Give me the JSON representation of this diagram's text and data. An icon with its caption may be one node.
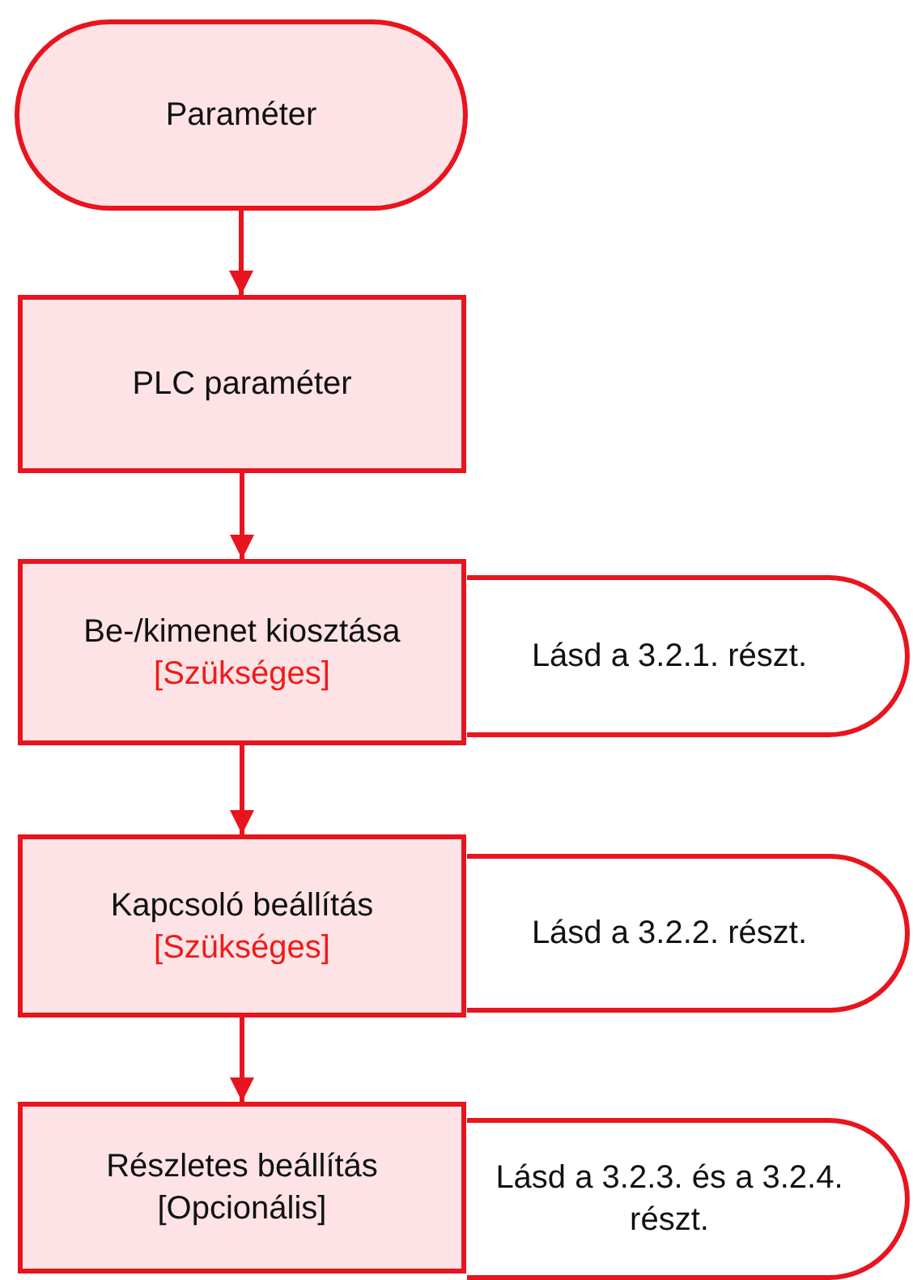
{
  "diagram": {
    "nodes": [
      {
        "text": [
          "Paraméter"
        ]
      },
      {
        "text": [
          "PLC paraméter"
        ]
      },
      {
        "text": [
          "Be-/kimenet kiosztása",
          "[Szükséges]"
        ]
      },
      {
        "text": [
          "Lásd a 3.2.1. részt."
        ]
      },
      {
        "text": [
          "Kapcsoló beállítás",
          "[Szükséges]"
        ]
      },
      {
        "text": [
          "Lásd a 3.2.2. részt."
        ]
      },
      {
        "text": [
          "Részletes beállítás",
          "[Opcionális]"
        ]
      },
      {
        "text": [
          "Lásd a 3.2.3. és a 3.2.4. részt."
        ]
      }
    ],
    "edges": [
      {
        "from": 0,
        "to": 1,
        "arrow": "to"
      },
      {
        "from": 1,
        "to": 2,
        "arrow": "to"
      },
      {
        "from": 2,
        "to": 4,
        "arrow": "to"
      },
      {
        "from": 4,
        "to": 6,
        "arrow": "to"
      }
    ]
  }
}
